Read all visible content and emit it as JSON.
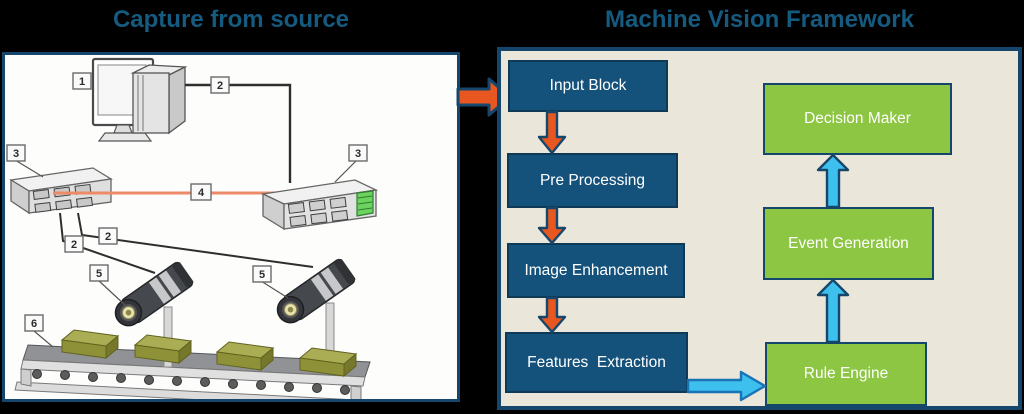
{
  "titles": {
    "capture": "Capture from source",
    "framework": "Machine Vision Framework"
  },
  "framework": {
    "blocks": [
      {
        "label": "Input Block"
      },
      {
        "label": "Pre Processing"
      },
      {
        "label": "Image Enhancement"
      },
      {
        "label": "Features  Extraction"
      },
      {
        "label": "Decision Maker"
      },
      {
        "label": "Event Generation"
      },
      {
        "label": "Rule Engine"
      }
    ]
  },
  "capture": {
    "callouts": {
      "computer": "1",
      "computer_cable": "2",
      "left_switch": "3",
      "right_switch": "3",
      "switch_link": "4",
      "camera_cable_a": "2",
      "camera_cable_b": "2",
      "left_camera": "5",
      "right_camera": "5",
      "conveyor": "6"
    }
  },
  "palette": {
    "background": "#000000",
    "title_text": "#155A7F",
    "panel_border": "#16466B",
    "framework_bg": "#EAE6D9",
    "dark_block": "#15527B",
    "green_block": "#8CC642",
    "orange_arrow": "#E8571F",
    "cyan_arrow": "#3EC0EE",
    "switch_link_line": "#ED8A68"
  }
}
